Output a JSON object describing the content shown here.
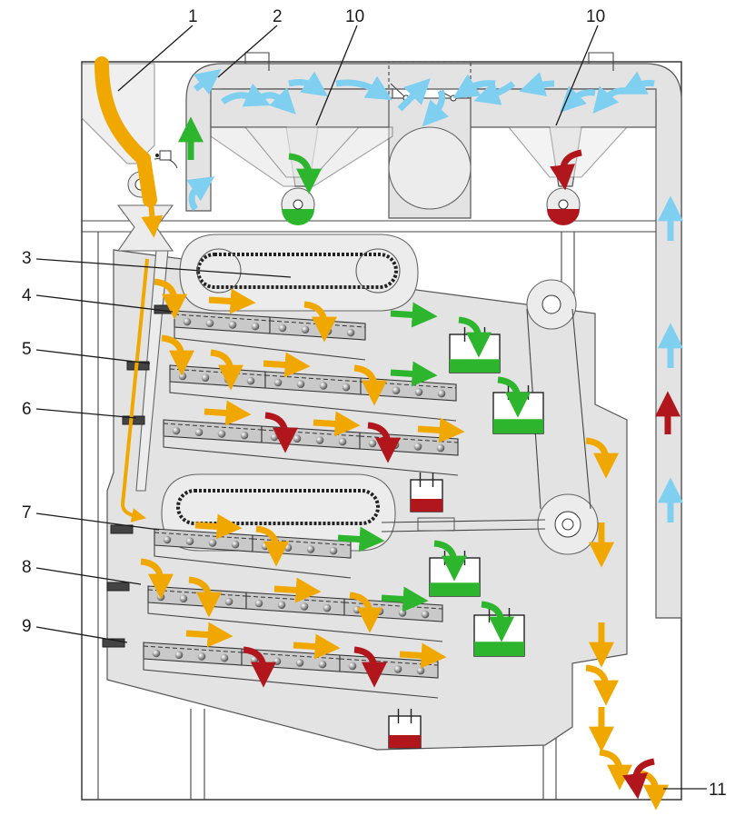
{
  "diagram": {
    "callouts": [
      {
        "id": "1",
        "text": "1"
      },
      {
        "id": "2",
        "text": "2"
      },
      {
        "id": "10a",
        "text": "10"
      },
      {
        "id": "10b",
        "text": "10"
      },
      {
        "id": "3",
        "text": "3"
      },
      {
        "id": "4",
        "text": "4"
      },
      {
        "id": "5",
        "text": "5"
      },
      {
        "id": "6",
        "text": "6"
      },
      {
        "id": "7",
        "text": "7"
      },
      {
        "id": "8",
        "text": "8"
      },
      {
        "id": "9",
        "text": "9"
      },
      {
        "id": "11",
        "text": "11"
      }
    ],
    "colors": {
      "product_flow": "#f0a800",
      "good_fraction": "#2db52d",
      "rejected_fraction": "#b0161b",
      "air_flow": "#7fcff0",
      "housing": "#e3e3e3",
      "line": "#333333"
    }
  }
}
